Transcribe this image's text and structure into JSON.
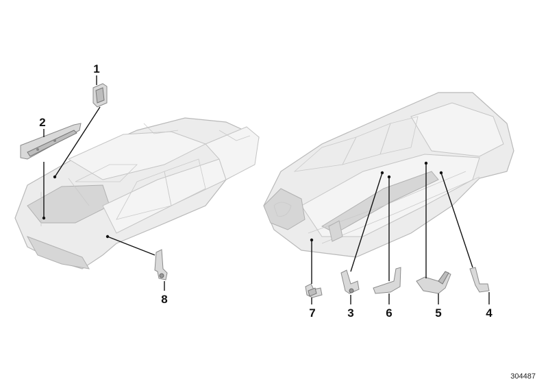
{
  "diagram": {
    "callouts": [
      {
        "id": "1",
        "label": "1"
      },
      {
        "id": "2",
        "label": "2"
      },
      {
        "id": "3",
        "label": "3"
      },
      {
        "id": "4",
        "label": "4"
      },
      {
        "id": "5",
        "label": "5"
      },
      {
        "id": "6",
        "label": "6"
      },
      {
        "id": "7",
        "label": "7"
      },
      {
        "id": "8",
        "label": "8"
      }
    ],
    "reference_number": "304487"
  }
}
